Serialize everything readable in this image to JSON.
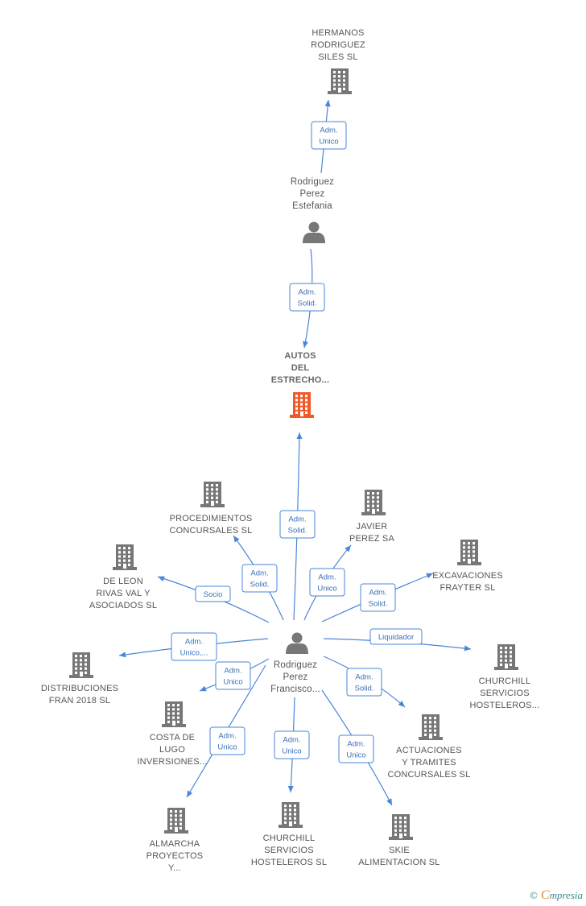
{
  "colors": {
    "building": "#777777",
    "main_building": "#f05a28",
    "person": "#777777",
    "edge": "#4a86d8"
  },
  "nodes": [
    {
      "id": "hermanos",
      "kind": "company",
      "lines": [
        "HERMANOS",
        "RODRIGUEZ",
        "SILES SL"
      ]
    },
    {
      "id": "estefania",
      "kind": "person",
      "lines": [
        "Rodriguez",
        "Perez",
        "Estefania"
      ]
    },
    {
      "id": "autos",
      "kind": "main",
      "lines": [
        "AUTOS",
        "DEL",
        "ESTRECHO..."
      ]
    },
    {
      "id": "procedimientos",
      "kind": "company",
      "lines": [
        "PROCEDIMIENTOS",
        "CONCURSALES SL"
      ]
    },
    {
      "id": "javier",
      "kind": "company",
      "lines": [
        "JAVIER",
        "PEREZ SA"
      ]
    },
    {
      "id": "deleon",
      "kind": "company",
      "lines": [
        "DE LEON",
        "RIVAS VAL Y",
        "ASOCIADOS SL"
      ]
    },
    {
      "id": "excavaciones",
      "kind": "company",
      "lines": [
        "EXCAVACIONES",
        "FRAYTER SL"
      ]
    },
    {
      "id": "francisco",
      "kind": "person",
      "lines": [
        "Rodriguez",
        "Perez",
        "Francisco..."
      ]
    },
    {
      "id": "distribuciones",
      "kind": "company",
      "lines": [
        "DISTRIBUCIONES",
        "FRAN 2018  SL"
      ]
    },
    {
      "id": "churchill1",
      "kind": "company",
      "lines": [
        "CHURCHILL",
        "SERVICIOS",
        "HOSTELEROS..."
      ]
    },
    {
      "id": "costa",
      "kind": "company",
      "lines": [
        "COSTA DE",
        "LUGO",
        "INVERSIONES..."
      ]
    },
    {
      "id": "actuaciones",
      "kind": "company",
      "lines": [
        "ACTUACIONES",
        "Y TRAMITES",
        "CONCURSALES SL"
      ]
    },
    {
      "id": "almarcha",
      "kind": "company",
      "lines": [
        "ALMARCHA",
        "PROYECTOS",
        "Y..."
      ]
    },
    {
      "id": "churchill2",
      "kind": "company",
      "lines": [
        "CHURCHILL",
        "SERVICIOS",
        "HOSTELEROS SL"
      ]
    },
    {
      "id": "skie",
      "kind": "company",
      "lines": [
        "SKIE",
        "ALIMENTACION SL"
      ]
    }
  ],
  "edges": [
    {
      "id": "e1",
      "lines": [
        "Adm.",
        "Unico"
      ]
    },
    {
      "id": "e2",
      "lines": [
        "Adm.",
        "Solid."
      ]
    },
    {
      "id": "e3",
      "lines": [
        "Adm.",
        "Solid."
      ]
    },
    {
      "id": "e4",
      "lines": [
        "Adm.",
        "Solid."
      ]
    },
    {
      "id": "e5",
      "lines": [
        "Adm.",
        "Unico"
      ]
    },
    {
      "id": "e6",
      "lines": [
        "Socio"
      ]
    },
    {
      "id": "e7",
      "lines": [
        "Adm.",
        "Solid."
      ]
    },
    {
      "id": "e8",
      "lines": [
        "Adm.",
        "Unico,..."
      ]
    },
    {
      "id": "e9",
      "lines": [
        "Liquidador"
      ]
    },
    {
      "id": "e10",
      "lines": [
        "Adm.",
        "Unico"
      ]
    },
    {
      "id": "e11",
      "lines": [
        "Adm.",
        "Solid."
      ]
    },
    {
      "id": "e12",
      "lines": [
        "Adm.",
        "Unico"
      ]
    },
    {
      "id": "e13",
      "lines": [
        "Adm.",
        "Unico"
      ]
    },
    {
      "id": "e14",
      "lines": [
        "Adm.",
        "Unico"
      ]
    }
  ],
  "brand": {
    "copyright": "©",
    "initial": "C",
    "name": "mpresia"
  }
}
